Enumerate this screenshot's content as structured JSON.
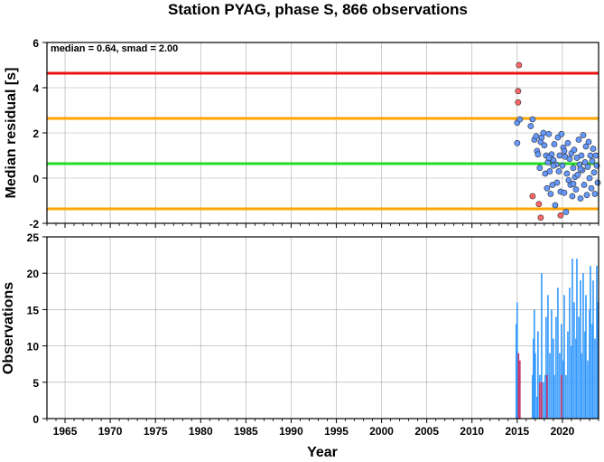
{
  "title": "Station PYAG, phase S, 866 observations",
  "chart_data": [
    {
      "type": "scatter",
      "ylabel": "Median residual [s]",
      "annotation": "median = 0.64, smad = 2.00",
      "xlim": [
        1963,
        2024
      ],
      "ylim": [
        -2,
        6
      ],
      "yticks": [
        -2,
        0,
        2,
        4,
        6
      ],
      "grid": true,
      "reference_lines": [
        {
          "y": 4.64,
          "color": "#ee1111"
        },
        {
          "y": 2.64,
          "color": "#ffa500"
        },
        {
          "y": 0.64,
          "color": "#22dd22"
        },
        {
          "y": -1.36,
          "color": "#ffa500"
        }
      ],
      "series": [
        {
          "color": "#6699ff",
          "points": [
            [
              2015.0,
              1.55
            ],
            [
              2015.0,
              2.45
            ],
            [
              2015.3,
              2.6
            ],
            [
              2016.5,
              2.3
            ],
            [
              2016.7,
              2.6
            ],
            [
              2016.9,
              1.7
            ],
            [
              2017.1,
              1.85
            ],
            [
              2017.2,
              1.2
            ],
            [
              2017.3,
              1.05
            ],
            [
              2017.5,
              0.45
            ],
            [
              2017.6,
              1.6
            ],
            [
              2017.7,
              1.8
            ],
            [
              2017.9,
              2.0
            ],
            [
              2018.0,
              1.45
            ],
            [
              2018.1,
              0.2
            ],
            [
              2018.2,
              1.0
            ],
            [
              2018.3,
              -0.45
            ],
            [
              2018.4,
              0.7
            ],
            [
              2018.5,
              1.95
            ],
            [
              2018.6,
              0.3
            ],
            [
              2018.7,
              -0.7
            ],
            [
              2018.8,
              1.05
            ],
            [
              2018.9,
              -0.3
            ],
            [
              2019.0,
              0.8
            ],
            [
              2019.1,
              1.5
            ],
            [
              2019.2,
              -1.2
            ],
            [
              2019.3,
              0.6
            ],
            [
              2019.4,
              -0.2
            ],
            [
              2019.5,
              1.8
            ],
            [
              2019.6,
              0.3
            ],
            [
              2019.7,
              1.0
            ],
            [
              2019.8,
              -0.6
            ],
            [
              2019.9,
              1.95
            ],
            [
              2020.0,
              0.55
            ],
            [
              2020.1,
              1.35
            ],
            [
              2020.2,
              -0.65
            ],
            [
              2020.3,
              0.95
            ],
            [
              2020.4,
              -1.5
            ],
            [
              2020.5,
              0.2
            ],
            [
              2020.6,
              1.55
            ],
            [
              2020.7,
              -0.1
            ],
            [
              2020.8,
              0.85
            ],
            [
              2020.9,
              -0.3
            ],
            [
              2021.0,
              1.1
            ],
            [
              2021.1,
              -0.8
            ],
            [
              2021.2,
              0.45
            ],
            [
              2021.3,
              1.25
            ],
            [
              2021.4,
              0.05
            ],
            [
              2021.5,
              -0.5
            ],
            [
              2021.6,
              0.9
            ],
            [
              2021.7,
              0.15
            ],
            [
              2021.8,
              1.7
            ],
            [
              2021.9,
              0.6
            ],
            [
              2022.0,
              -0.9
            ],
            [
              2022.1,
              1.0
            ],
            [
              2022.2,
              0.35
            ],
            [
              2022.3,
              1.9
            ],
            [
              2022.4,
              -0.3
            ],
            [
              2022.5,
              0.7
            ],
            [
              2022.6,
              1.4
            ],
            [
              2022.7,
              -0.75
            ],
            [
              2022.8,
              0.5
            ],
            [
              2022.9,
              1.6
            ],
            [
              2023.0,
              0.0
            ],
            [
              2023.1,
              1.0
            ],
            [
              2023.2,
              -0.45
            ],
            [
              2023.3,
              0.75
            ],
            [
              2023.4,
              1.3
            ],
            [
              2023.5,
              0.25
            ],
            [
              2023.6,
              -0.7
            ],
            [
              2023.7,
              1.0
            ],
            [
              2023.8,
              0.55
            ],
            [
              2023.9,
              -0.2
            ],
            [
              2021.2,
              -0.25
            ],
            [
              2022.0,
              0.4
            ],
            [
              2020.2,
              1.2
            ],
            [
              2019.0,
              0.55
            ],
            [
              2018.5,
              0.9
            ]
          ]
        },
        {
          "color": "#ff6666",
          "points": [
            [
              2015.2,
              5.0
            ],
            [
              2015.1,
              3.85
            ],
            [
              2015.1,
              3.35
            ],
            [
              2016.7,
              -0.8
            ],
            [
              2017.4,
              -1.15
            ],
            [
              2017.6,
              -1.75
            ],
            [
              2019.8,
              -1.65
            ]
          ]
        }
      ]
    },
    {
      "type": "bar",
      "xlabel": "Year",
      "ylabel": "Observations",
      "xlim": [
        1963,
        2024
      ],
      "ylim": [
        0,
        25
      ],
      "yticks": [
        0,
        5,
        10,
        15,
        20,
        25
      ],
      "xticks": [
        1965,
        1970,
        1975,
        1980,
        1985,
        1990,
        1995,
        2000,
        2005,
        2010,
        2015,
        2020
      ],
      "grid": true,
      "series": [
        {
          "color": "#3399ff",
          "points": [
            [
              2014.9,
              13
            ],
            [
              2015.0,
              16
            ],
            [
              2015.1,
              6
            ],
            [
              2016.7,
              6
            ],
            [
              2016.8,
              11
            ],
            [
              2016.9,
              15
            ],
            [
              2017.0,
              9
            ],
            [
              2017.2,
              3
            ],
            [
              2017.3,
              12
            ],
            [
              2017.5,
              6
            ],
            [
              2017.7,
              20
            ],
            [
              2017.9,
              5
            ],
            [
              2018.1,
              6
            ],
            [
              2018.2,
              14
            ],
            [
              2018.4,
              17
            ],
            [
              2018.6,
              9
            ],
            [
              2018.8,
              15
            ],
            [
              2019.0,
              11
            ],
            [
              2019.1,
              6
            ],
            [
              2019.3,
              14
            ],
            [
              2019.5,
              18
            ],
            [
              2019.7,
              9
            ],
            [
              2019.9,
              13
            ],
            [
              2020.1,
              8
            ],
            [
              2020.2,
              17
            ],
            [
              2020.4,
              6
            ],
            [
              2020.6,
              12
            ],
            [
              2020.8,
              18
            ],
            [
              2021.0,
              10
            ],
            [
              2021.1,
              22
            ],
            [
              2021.3,
              16
            ],
            [
              2021.5,
              11
            ],
            [
              2021.6,
              22
            ],
            [
              2021.8,
              14
            ],
            [
              2022.0,
              19
            ],
            [
              2022.1,
              9
            ],
            [
              2022.3,
              20
            ],
            [
              2022.5,
              12
            ],
            [
              2022.6,
              17
            ],
            [
              2022.8,
              8
            ],
            [
              2023.0,
              15
            ],
            [
              2023.1,
              21
            ],
            [
              2023.3,
              13
            ],
            [
              2023.4,
              19
            ],
            [
              2023.6,
              11
            ],
            [
              2023.8,
              21
            ],
            [
              2023.9,
              16
            ]
          ]
        },
        {
          "color": "#cc3366",
          "points": [
            [
              2015.15,
              9
            ],
            [
              2015.3,
              8
            ],
            [
              2017.5,
              5
            ],
            [
              2017.7,
              5
            ],
            [
              2018.3,
              6
            ],
            [
              2019.9,
              6
            ]
          ]
        }
      ]
    }
  ]
}
